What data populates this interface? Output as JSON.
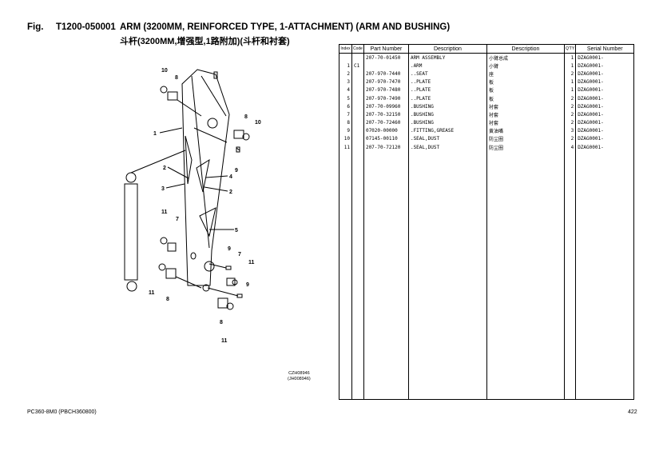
{
  "header": {
    "fig_label": "Fig.",
    "fig_code": "T1200-050001",
    "title": "ARM (3200MM, REINFORCED TYPE, 1-ATTACHMENT) (ARM AND BUSHING)",
    "subtitle_cn": "斗杆(3200MM,增强型,1路附加)(斗杆和衬套)"
  },
  "table": {
    "columns": [
      "Index",
      "Code",
      "Part Number",
      "Description",
      "Description",
      "Q'TY",
      "Serial Number"
    ],
    "rows": [
      {
        "index": "",
        "code": "",
        "part": "207-70-01450",
        "desc": "ARM ASSEMBLY",
        "desc_cn": "小臂总成",
        "qty": "1",
        "serial": "DZAG0001-"
      },
      {
        "index": "1",
        "code": "C1",
        "part": "",
        "desc": ".ARM",
        "desc_cn": "小臂",
        "qty": "1",
        "serial": "DZAG0001-"
      },
      {
        "index": "2",
        "code": "",
        "part": "207-970-7440",
        "desc": "..SEAT",
        "desc_cn": "座",
        "qty": "2",
        "serial": "DZAG0001-"
      },
      {
        "index": "3",
        "code": "",
        "part": "207-970-7470",
        "desc": "..PLATE",
        "desc_cn": "板",
        "qty": "1",
        "serial": "DZAG0001-"
      },
      {
        "index": "4",
        "code": "",
        "part": "207-970-7480",
        "desc": "..PLATE",
        "desc_cn": "板",
        "qty": "1",
        "serial": "DZAG0001-"
      },
      {
        "index": "5",
        "code": "",
        "part": "207-970-7490",
        "desc": "..PLATE",
        "desc_cn": "板",
        "qty": "2",
        "serial": "DZAG0001-"
      },
      {
        "index": "6",
        "code": "",
        "part": "207-70-09960",
        "desc": ".BUSHING",
        "desc_cn": "衬套",
        "qty": "2",
        "serial": "DZAG0001-"
      },
      {
        "index": "7",
        "code": "",
        "part": "207-70-32150",
        "desc": ".BUSHING",
        "desc_cn": "衬套",
        "qty": "2",
        "serial": "DZAG0001-"
      },
      {
        "index": "8",
        "code": "",
        "part": "207-70-72460",
        "desc": ".BUSHING",
        "desc_cn": "衬套",
        "qty": "2",
        "serial": "DZAG0001-"
      },
      {
        "index": "9",
        "code": "",
        "part": "07020-00000",
        "desc": ".FITTING,GREASE",
        "desc_cn": "黄油嘴",
        "qty": "3",
        "serial": "DZAG0001-"
      },
      {
        "index": "10",
        "code": "",
        "part": "07145-00110",
        "desc": ".SEAL,DUST",
        "desc_cn": "防尘圈",
        "qty": "2",
        "serial": "DZAG0001-"
      },
      {
        "index": "11",
        "code": "",
        "part": "207-70-72120",
        "desc": ".SEAL,DUST",
        "desc_cn": "防尘圈",
        "qty": "4",
        "serial": "DZAG0001-"
      }
    ]
  },
  "drawing": {
    "callouts": [
      "10",
      "8",
      "1",
      "8",
      "10",
      "9",
      "2",
      "4",
      "3",
      "2",
      "11",
      "7",
      "5",
      "9",
      "7",
      "11",
      "9",
      "11",
      "8",
      "8",
      "11"
    ],
    "illustration_no": "CZH08946",
    "illustration_no_alt": "(JH008946)"
  },
  "footer": {
    "model": "PC360-8M0 (PBCH360800)",
    "page": "422"
  }
}
